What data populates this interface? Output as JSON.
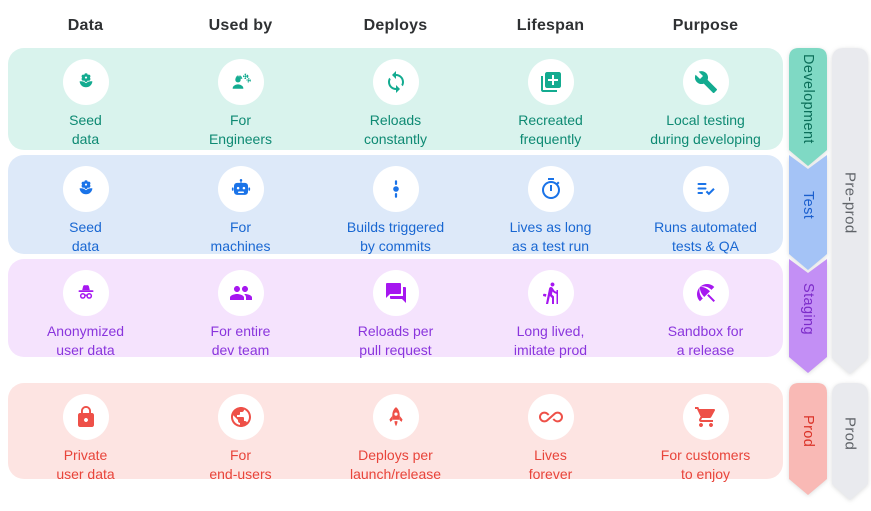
{
  "header": {
    "columns": [
      "Data",
      "Used by",
      "Deploys",
      "Lifespan",
      "Purpose"
    ]
  },
  "rows": [
    {
      "name": "Development",
      "cells": [
        {
          "icon": "seed-icon",
          "line1": "Seed",
          "line2": "data"
        },
        {
          "icon": "engineer-icon",
          "line1": "For",
          "line2": "Engineers"
        },
        {
          "icon": "sync-icon",
          "line1": "Reloads",
          "line2": "constantly"
        },
        {
          "icon": "library-add-icon",
          "line1": "Recreated",
          "line2": "frequently"
        },
        {
          "icon": "wrench-icon",
          "line1": "Local testing",
          "line2": "during developing"
        }
      ]
    },
    {
      "name": "Test",
      "cells": [
        {
          "icon": "seed-icon",
          "line1": "Seed",
          "line2": "data"
        },
        {
          "icon": "robot-icon",
          "line1": "For",
          "line2": "machines"
        },
        {
          "icon": "commit-icon",
          "line1": "Builds triggered",
          "line2": "by commits"
        },
        {
          "icon": "timer-icon",
          "line1": "Lives as long",
          "line2": "as a test run"
        },
        {
          "icon": "checklist-icon",
          "line1": "Runs automated",
          "line2": "tests & QA"
        }
      ]
    },
    {
      "name": "Staging",
      "cells": [
        {
          "icon": "incognito-icon",
          "line1": "Anonymized",
          "line2": "user data"
        },
        {
          "icon": "group-icon",
          "line1": "For entire",
          "line2": "dev team"
        },
        {
          "icon": "chat-icon",
          "line1": "Reloads per",
          "line2": "pull request"
        },
        {
          "icon": "hiking-icon",
          "line1": "Long lived,",
          "line2": "imitate prod"
        },
        {
          "icon": "umbrella-icon",
          "line1": "Sandbox for",
          "line2": "a release"
        }
      ]
    },
    {
      "name": "Prod",
      "cells": [
        {
          "icon": "lock-icon",
          "line1": "Private",
          "line2": "user data"
        },
        {
          "icon": "globe-icon",
          "line1": "For",
          "line2": "end-users"
        },
        {
          "icon": "rocket-icon",
          "line1": "Deploys per",
          "line2": "launch/release"
        },
        {
          "icon": "infinity-icon",
          "line1": "Lives",
          "line2": "forever"
        },
        {
          "icon": "cart-icon",
          "line1": "For customers",
          "line2": "to enjoy"
        }
      ]
    }
  ],
  "ribbons": {
    "development": "Development",
    "test": "Test",
    "staging": "Staging",
    "prod": "Prod",
    "preprod_group": "Pre-prod",
    "prod_group": "Prod"
  },
  "colors": {
    "dev_row_bg": "#d9f3ed",
    "dev_accent": "#0e8a73",
    "dev_ribbon": "#7fd9c4",
    "test_row_bg": "#dde9f9",
    "test_accent": "#1967d2",
    "test_ribbon": "#a4c3f6",
    "staging_row_bg": "#f5e3fd",
    "staging_accent": "#8a35dd",
    "staging_ribbon": "#c38ff5",
    "prod_row_bg": "#fde4e2",
    "prod_accent": "#e8443a",
    "prod_ribbon": "#f9b9b5",
    "group_ribbon": "#e9eaee",
    "group_text": "#5f6368"
  }
}
